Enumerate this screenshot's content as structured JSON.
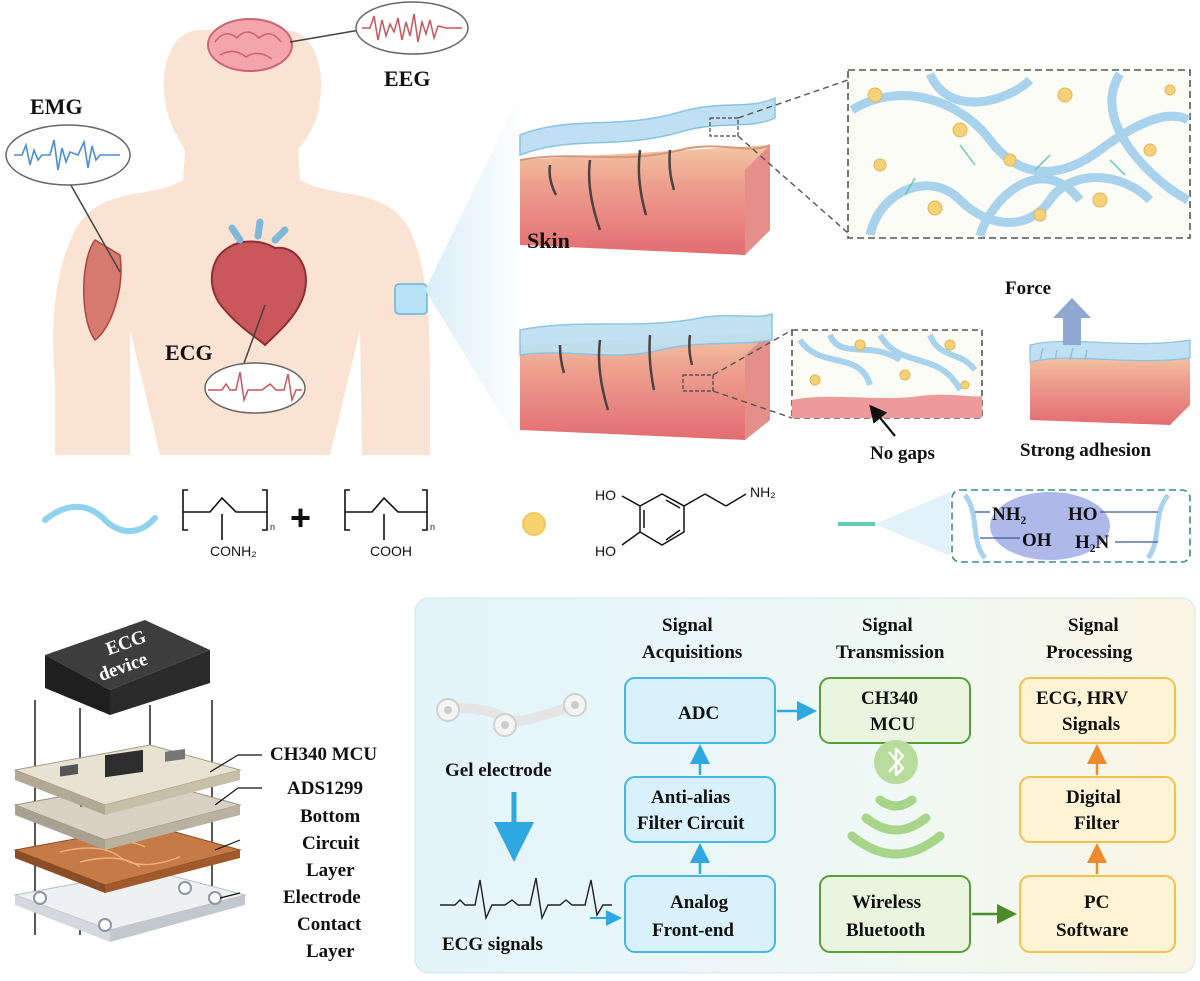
{
  "body_labels": {
    "emg": "EMG",
    "eeg": "EEG",
    "ecg": "ECG"
  },
  "skin": {
    "skin_label": "Skin",
    "force_label": "Force",
    "no_gaps_label": "No gaps",
    "strong_adhesion_label": "Strong adhesion"
  },
  "chem": {
    "plus": "+",
    "conh2": "CONH₂",
    "cooh": "COOH",
    "n": "n",
    "ho1": "HO",
    "ho2": "HO",
    "nh2_dopa": "NH₂",
    "bond_nh2": "NH₂",
    "bond_oh": "OH",
    "bond_ho": "HO",
    "bond_h2n": "H₂N"
  },
  "device": {
    "top_text_1": "ECG",
    "top_text_2": "device",
    "layers": [
      "CH340 MCU",
      "ADS1299",
      "Bottom",
      "Circuit",
      "Layer",
      "Electrode",
      "Contact",
      "Layer"
    ]
  },
  "flow": {
    "col_acq": [
      "Signal",
      "Acquisitions"
    ],
    "col_tx": [
      "Signal",
      "Transmission"
    ],
    "col_proc": [
      "Signal",
      "Processing"
    ],
    "gel": "Gel electrode",
    "ecg_signals": "ECG signals",
    "adc": "ADC",
    "antialias": [
      "Anti-alias",
      "Filter Circuit"
    ],
    "afe": [
      "Analog",
      "Front-end"
    ],
    "mcu": [
      "CH340",
      "MCU"
    ],
    "wireless": [
      "Wireless",
      "Bluetooth"
    ],
    "ecg_hrv": [
      "ECG, HRV",
      "Signals"
    ],
    "digital": [
      "Digital",
      "Filter"
    ],
    "pc": [
      "PC",
      "Software"
    ]
  },
  "colors": {
    "blue_box": "#d9f1fb",
    "blue_border": "#47b8e6",
    "green_box": "#e9f5df",
    "green_border": "#5a9e3a",
    "yellow_box": "#fff3d6",
    "yellow_border": "#f2c14e",
    "hydrogel": "#a9d8ee",
    "skin": "#e77f7f"
  }
}
